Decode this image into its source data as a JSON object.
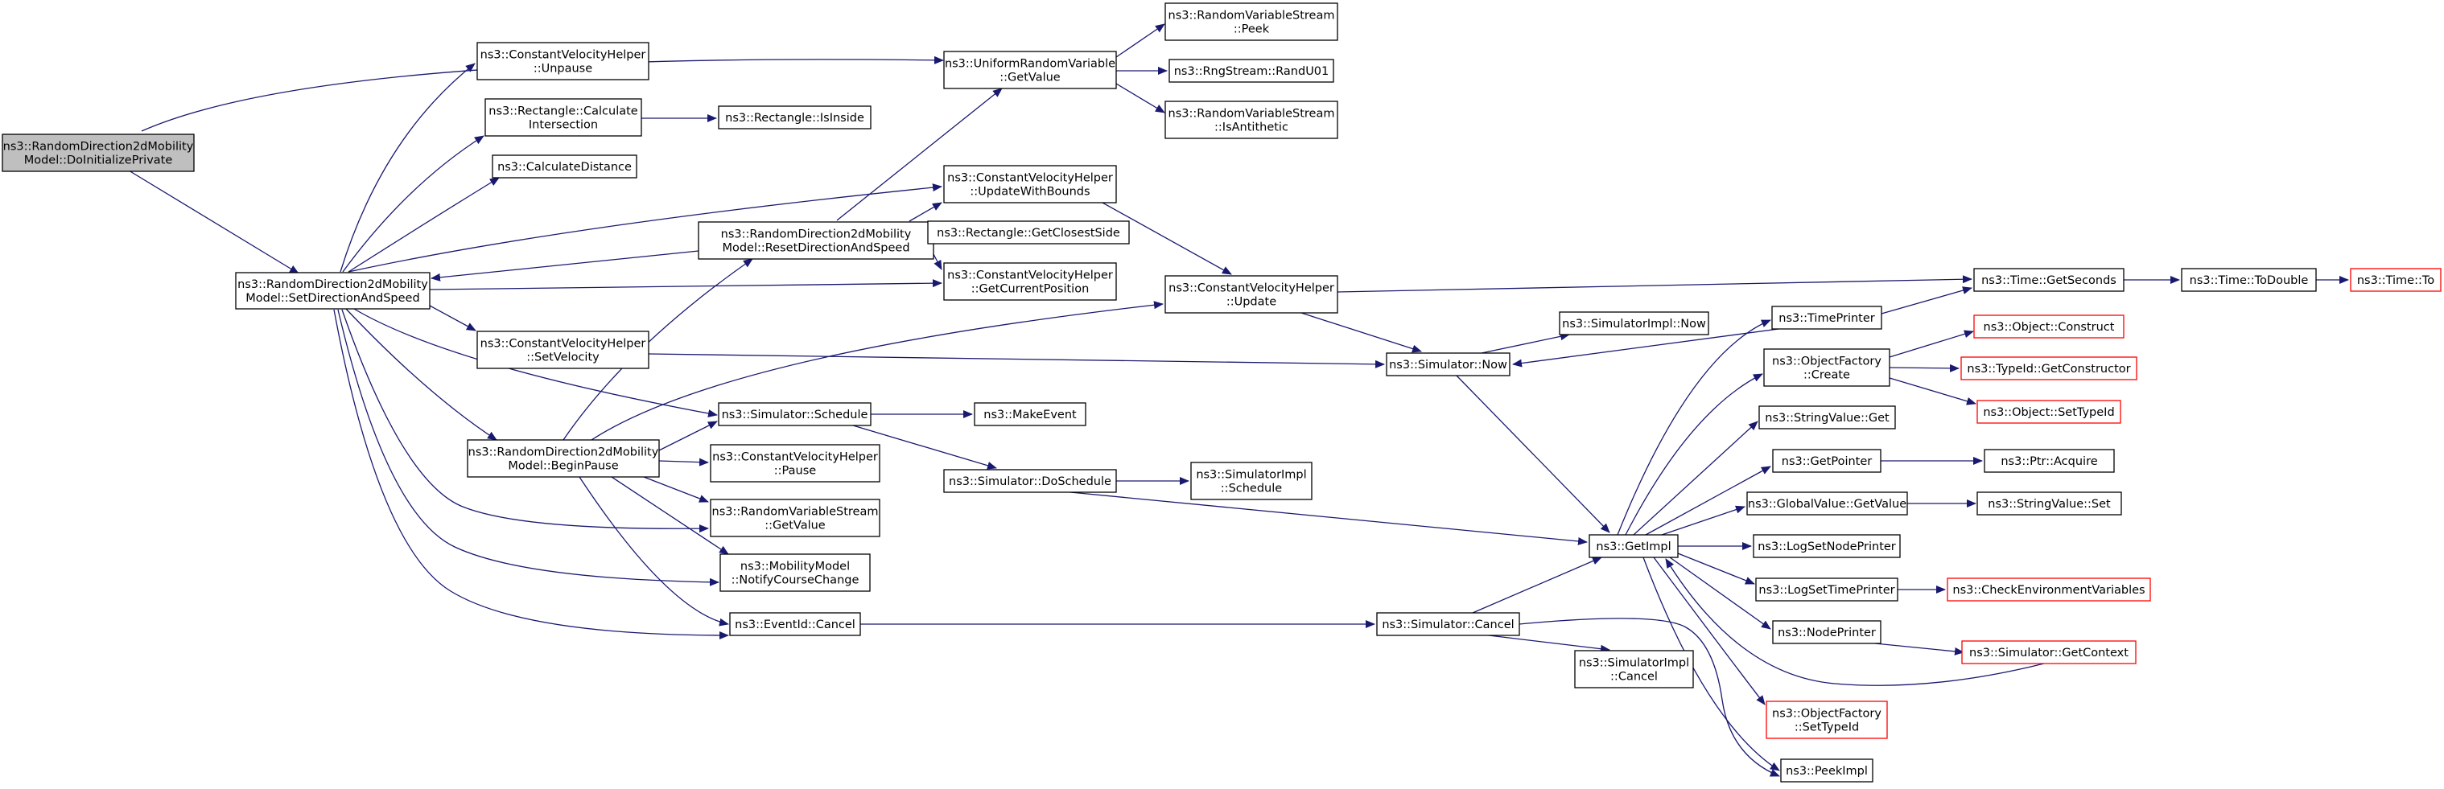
{
  "colors": {
    "edge": "#191970",
    "node_border": "#000000",
    "truncated_border": "#ff0000",
    "root_fill": "#bfbfbf"
  },
  "nodes": [
    {
      "id": "root",
      "lines": [
        "ns3::RandomDirection2dMobility",
        "Model::DoInitializePrivate"
      ],
      "style": "root"
    },
    {
      "id": "setdir",
      "lines": [
        "ns3::RandomDirection2dMobility",
        "Model::SetDirectionAndSpeed"
      ]
    },
    {
      "id": "unpause",
      "lines": [
        "ns3::ConstantVelocityHelper",
        "::Unpause"
      ]
    },
    {
      "id": "rectcalc",
      "lines": [
        "ns3::Rectangle::Calculate",
        "Intersection"
      ]
    },
    {
      "id": "isinside",
      "lines": [
        "ns3::Rectangle::IsInside"
      ]
    },
    {
      "id": "calcdist",
      "lines": [
        "ns3::CalculateDistance"
      ]
    },
    {
      "id": "urvget",
      "lines": [
        "ns3::UniformRandomVariable",
        "::GetValue"
      ]
    },
    {
      "id": "rvspeek",
      "lines": [
        "ns3::RandomVariableStream",
        "::Peek"
      ]
    },
    {
      "id": "randu01",
      "lines": [
        "ns3::RngStream::RandU01"
      ]
    },
    {
      "id": "rvsanti",
      "lines": [
        "ns3::RandomVariableStream",
        "::IsAntithetic"
      ]
    },
    {
      "id": "uwb",
      "lines": [
        "ns3::ConstantVelocityHelper",
        "::UpdateWithBounds"
      ]
    },
    {
      "id": "resetdir",
      "lines": [
        "ns3::RandomDirection2dMobility",
        "Model::ResetDirectionAndSpeed"
      ]
    },
    {
      "id": "closest",
      "lines": [
        "ns3::Rectangle::GetClosestSide"
      ]
    },
    {
      "id": "getcurpos",
      "lines": [
        "ns3::ConstantVelocityHelper",
        "::GetCurrentPosition"
      ]
    },
    {
      "id": "cvhupdate",
      "lines": [
        "ns3::ConstantVelocityHelper",
        "::Update"
      ]
    },
    {
      "id": "setvel",
      "lines": [
        "ns3::ConstantVelocityHelper",
        "::SetVelocity"
      ]
    },
    {
      "id": "simnow",
      "lines": [
        "ns3::Simulator::Now"
      ]
    },
    {
      "id": "simimplnow",
      "lines": [
        "ns3::SimulatorImpl::Now"
      ]
    },
    {
      "id": "getseconds",
      "lines": [
        "ns3::Time::GetSeconds"
      ]
    },
    {
      "id": "todouble",
      "lines": [
        "ns3::Time::ToDouble"
      ]
    },
    {
      "id": "timeto",
      "lines": [
        "ns3::Time::To"
      ],
      "style": "truncated"
    },
    {
      "id": "timeprinter",
      "lines": [
        "ns3::TimePrinter"
      ]
    },
    {
      "id": "ofcreate",
      "lines": [
        "ns3::ObjectFactory",
        "::Create"
      ]
    },
    {
      "id": "objconstruct",
      "lines": [
        "ns3::Object::Construct"
      ],
      "style": "truncated"
    },
    {
      "id": "typeidgc",
      "lines": [
        "ns3::TypeId::GetConstructor"
      ],
      "style": "truncated"
    },
    {
      "id": "objsettypeid",
      "lines": [
        "ns3::Object::SetTypeId"
      ],
      "style": "truncated"
    },
    {
      "id": "strvalget",
      "lines": [
        "ns3::StringValue::Get"
      ]
    },
    {
      "id": "getpointer",
      "lines": [
        "ns3::GetPointer"
      ]
    },
    {
      "id": "ptracquire",
      "lines": [
        "ns3::Ptr::Acquire"
      ]
    },
    {
      "id": "gvgetvalue",
      "lines": [
        "ns3::GlobalValue::GetValue"
      ]
    },
    {
      "id": "strvalset",
      "lines": [
        "ns3::StringValue::Set"
      ]
    },
    {
      "id": "getimpl",
      "lines": [
        "ns3::GetImpl"
      ]
    },
    {
      "id": "logsetnode",
      "lines": [
        "ns3::LogSetNodePrinter"
      ]
    },
    {
      "id": "logsettime",
      "lines": [
        "ns3::LogSetTimePrinter"
      ]
    },
    {
      "id": "checkenv",
      "lines": [
        "ns3::CheckEnvironmentVariables"
      ],
      "style": "truncated"
    },
    {
      "id": "nodeprinter",
      "lines": [
        "ns3::NodePrinter"
      ]
    },
    {
      "id": "simgetctx",
      "lines": [
        "ns3::Simulator::GetContext"
      ],
      "style": "truncated"
    },
    {
      "id": "ofsettypeid",
      "lines": [
        "ns3::ObjectFactory",
        "::SetTypeId"
      ],
      "style": "truncated"
    },
    {
      "id": "peekimpl",
      "lines": [
        "ns3::PeekImpl"
      ]
    },
    {
      "id": "schedule",
      "lines": [
        "ns3::Simulator::Schedule"
      ]
    },
    {
      "id": "makeevent",
      "lines": [
        "ns3::MakeEvent"
      ]
    },
    {
      "id": "doschedule",
      "lines": [
        "ns3::Simulator::DoSchedule"
      ]
    },
    {
      "id": "simimplsched",
      "lines": [
        "ns3::SimulatorImpl",
        "::Schedule"
      ]
    },
    {
      "id": "beginpause",
      "lines": [
        "ns3::RandomDirection2dMobility",
        "Model::BeginPause"
      ]
    },
    {
      "id": "cvhpause",
      "lines": [
        "ns3::ConstantVelocityHelper",
        "::Pause"
      ]
    },
    {
      "id": "rvsgetvalue",
      "lines": [
        "ns3::RandomVariableStream",
        "::GetValue"
      ]
    },
    {
      "id": "notifycc",
      "lines": [
        "ns3::MobilityModel",
        "::NotifyCourseChange"
      ]
    },
    {
      "id": "eventcancel",
      "lines": [
        "ns3::EventId::Cancel"
      ]
    },
    {
      "id": "simcancel",
      "lines": [
        "ns3::Simulator::Cancel"
      ]
    },
    {
      "id": "simimplcancel",
      "lines": [
        "ns3::SimulatorImpl",
        "::Cancel"
      ]
    }
  ]
}
